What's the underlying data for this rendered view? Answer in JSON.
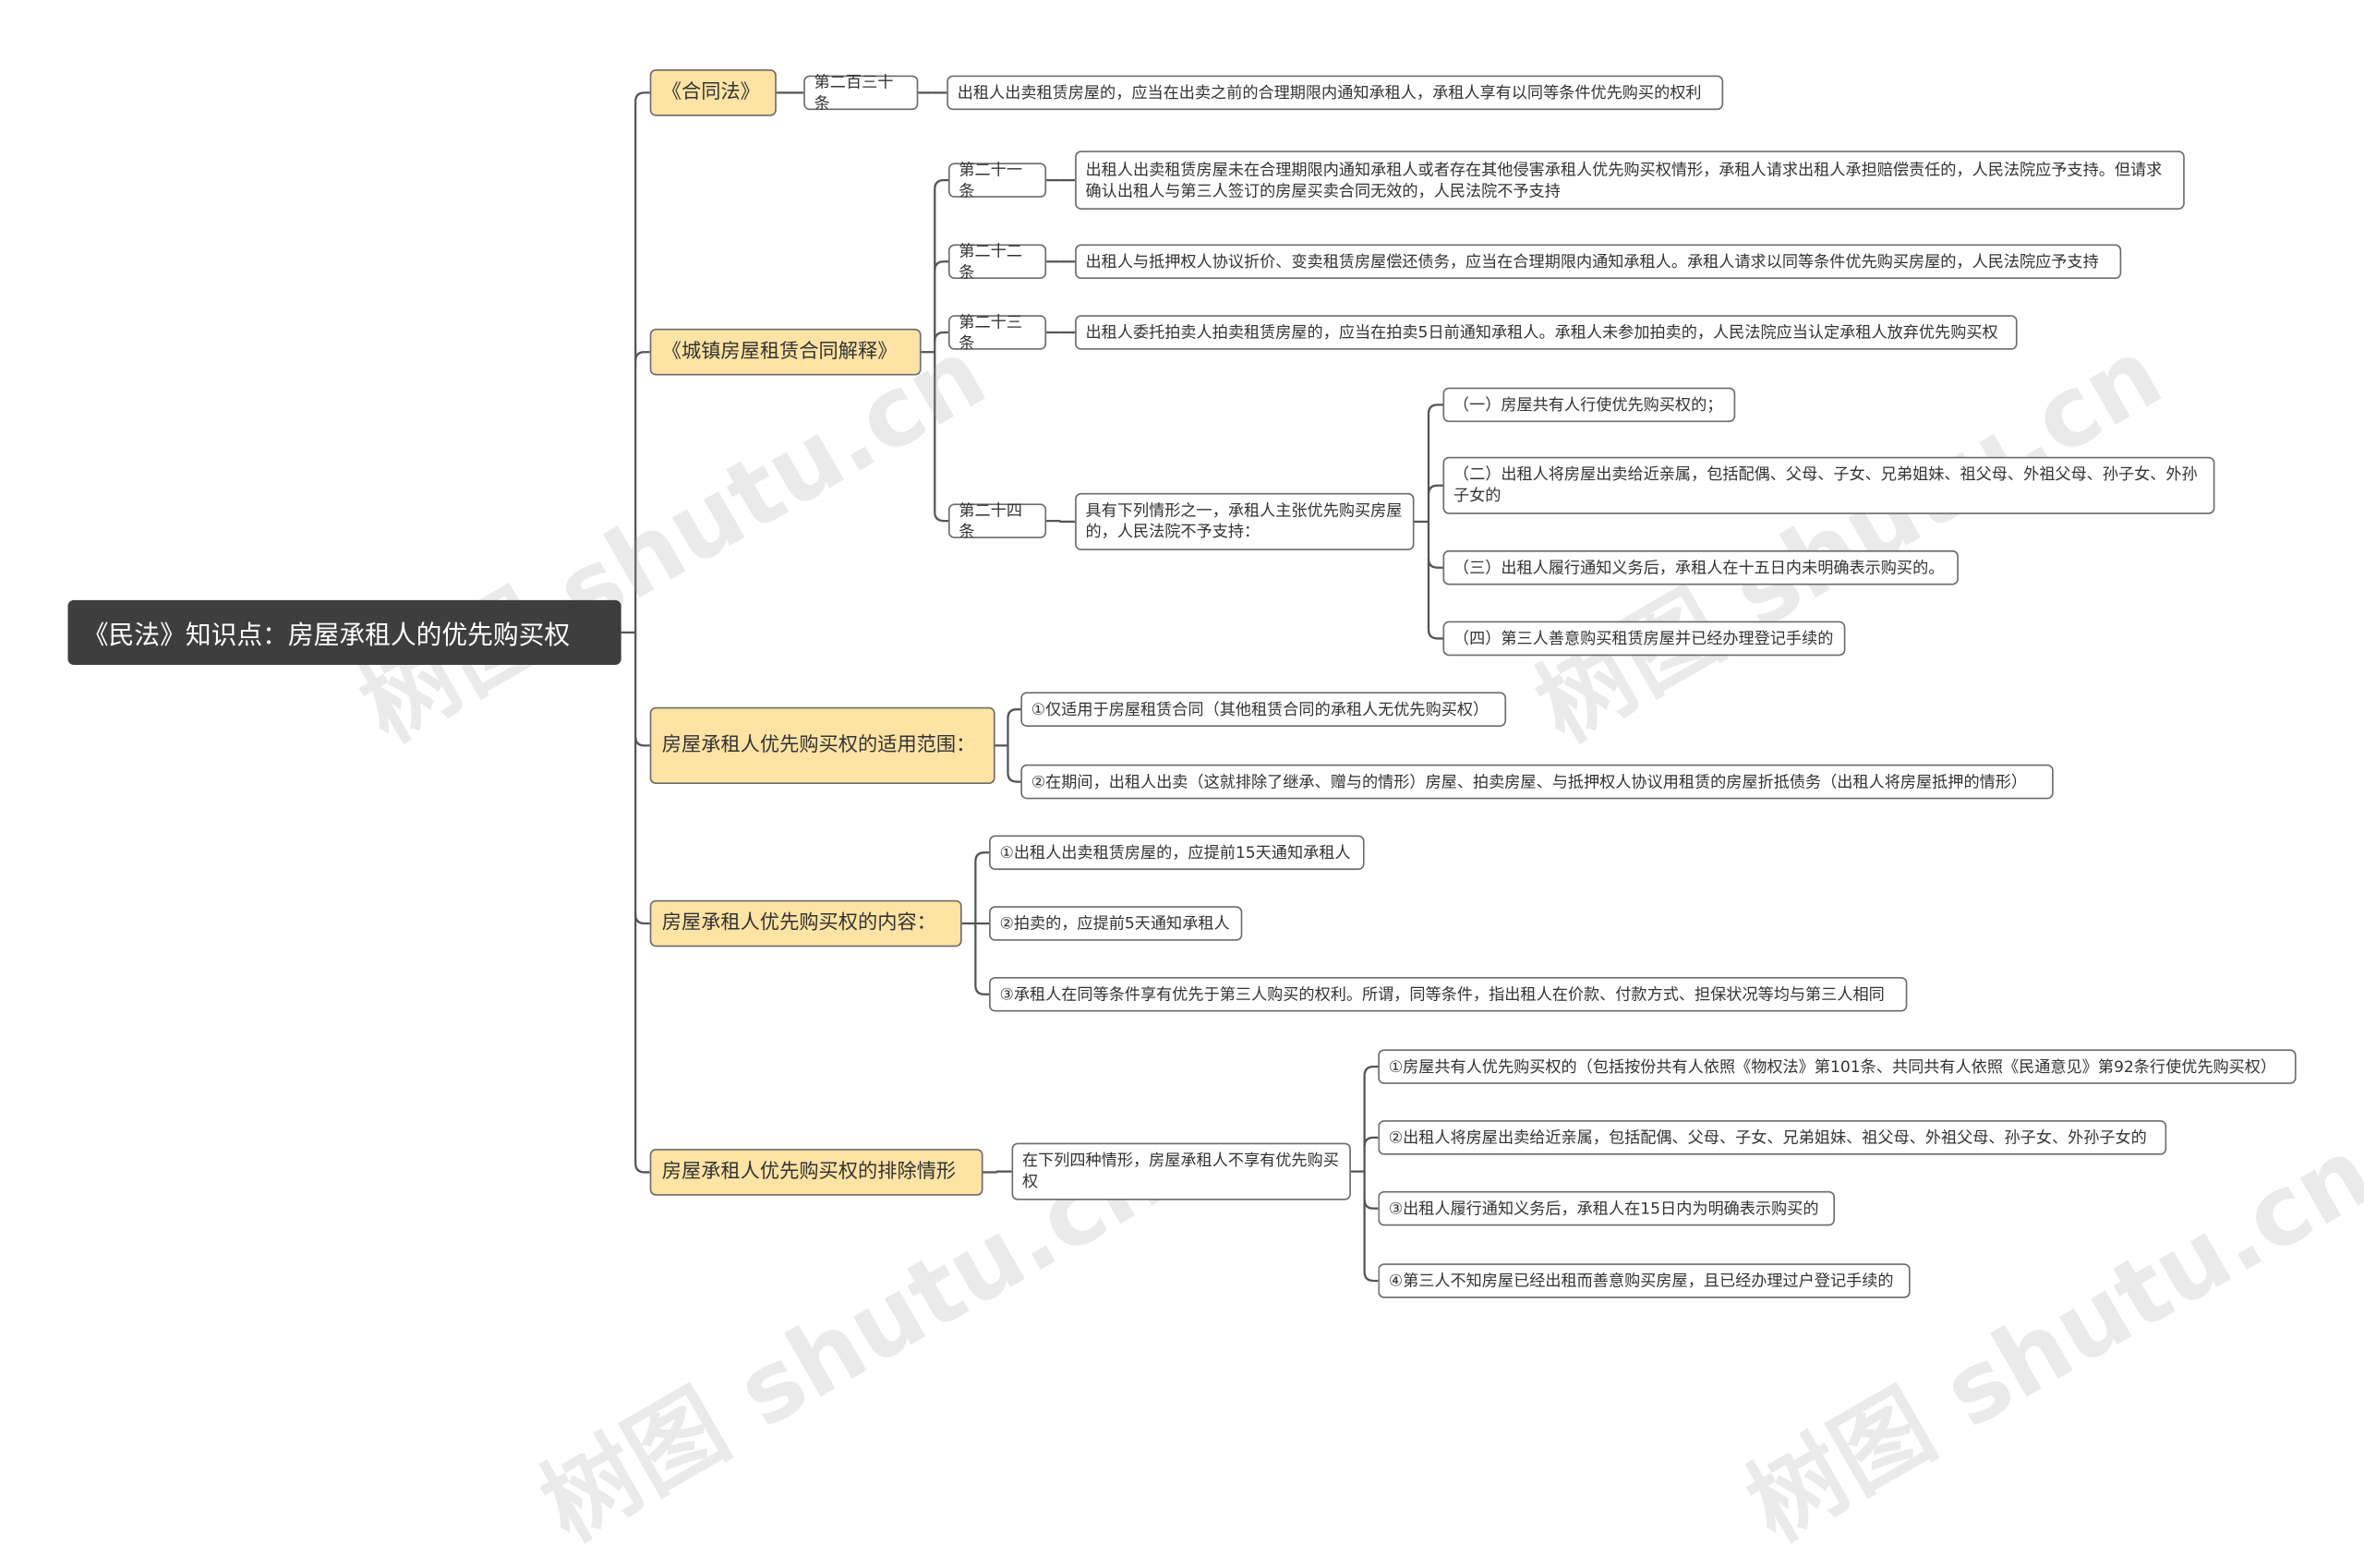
{
  "root": {
    "label": "《民法》知识点：房屋承租人的优先购买权"
  },
  "branches": {
    "contract_law": {
      "label": "《合同法》",
      "article": "第二百三十条",
      "text": "出租人出卖租赁房屋的，应当在出卖之前的合理期限内通知承租人，承租人享有以同等条件优先购买的权利"
    },
    "interpretation": {
      "label": "《城镇房屋租赁合同解释》",
      "art21": {
        "article": "第二十一条",
        "text": "出租人出卖租赁房屋未在合理期限内通知承租人或者存在其他侵害承租人优先购买权情形，承租人请求出租人承担赔偿责任的，人民法院应予支持。但请求确认出租人与第三人签订的房屋买卖合同无效的，人民法院不予支持"
      },
      "art22": {
        "article": "第二十二条",
        "text": "出租人与抵押权人协议折价、变卖租赁房屋偿还债务，应当在合理期限内通知承租人。承租人请求以同等条件优先购买房屋的，人民法院应予支持"
      },
      "art23": {
        "article": "第二十三条",
        "text": "出租人委托拍卖人拍卖租赁房屋的，应当在拍卖5日前通知承租人。承租人未参加拍卖的，人民法院应当认定承租人放弃优先购买权"
      },
      "art24": {
        "article": "第二十四条",
        "text": "具有下列情形之一，承租人主张优先购买房屋的，人民法院不予支持：",
        "items": [
          "（一）房屋共有人行使优先购买权的；",
          "（二）出租人将房屋出卖给近亲属，包括配偶、父母、子女、兄弟姐妹、祖父母、外祖父母、孙子女、外孙子女的",
          "（三）出租人履行通知义务后，承租人在十五日内未明确表示购买的。",
          "（四）第三人善意购买租赁房屋并已经办理登记手续的"
        ]
      }
    },
    "scope": {
      "label": "房屋承租人优先购买权的适用范围：",
      "items": [
        "①仅适用于房屋租赁合同（其他租赁合同的承租人无优先购买权）",
        "②在期间，出租人出卖（这就排除了继承、赠与的情形）房屋、拍卖房屋、与抵押权人协议用租赁的房屋折抵债务（出租人将房屋抵押的情形）"
      ]
    },
    "content": {
      "label": "房屋承租人优先购买权的内容：",
      "items": [
        "①出租人出卖租赁房屋的，应提前15天通知承租人",
        "②拍卖的，应提前5天通知承租人",
        "③承租人在同等条件享有优先于第三人购买的权利。所谓，同等条件，指出租人在价款、付款方式、担保状况等均与第三人相同"
      ]
    },
    "exclusion": {
      "label": "房屋承租人优先购买权的排除情形",
      "intro": "在下列四种情形，房屋承租人不享有优先购买权",
      "items": [
        "①房屋共有人优先购买权的（包括按份共有人依照《物权法》第101条、共同共有人依照《民通意见》第92条行使优先购买权）",
        "②出租人将房屋出卖给近亲属，包括配偶、父母、子女、兄弟姐妹、祖父母、外祖父母、孙子女、外孙子女的",
        "③出租人履行通知义务后，承租人在15日内为明确表示购买的",
        "④第三人不知房屋已经出租而善意购买房屋，且已经办理过户登记手续的"
      ]
    }
  },
  "watermark": "树图 shutu.cn",
  "colors": {
    "root_bg": "#3e3e3e",
    "main_bg": "#fde3a4",
    "line": "#555555"
  }
}
